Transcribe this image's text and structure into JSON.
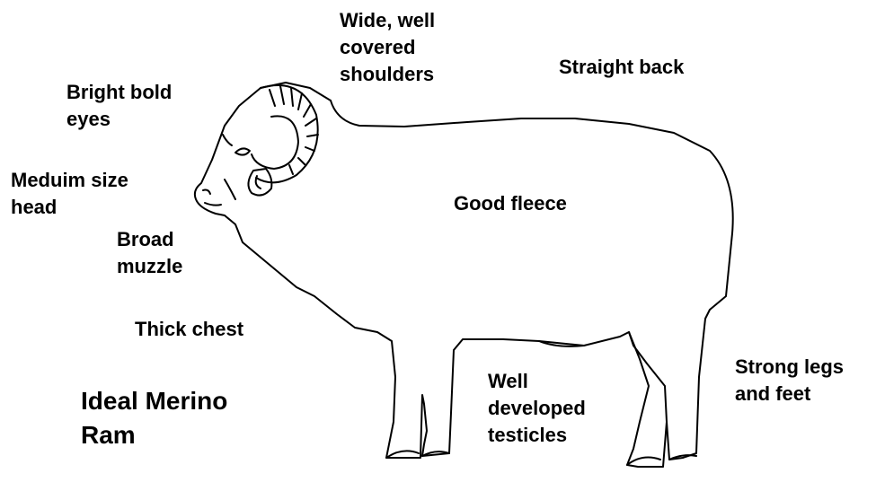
{
  "labels": {
    "shoulders": [
      "Wide, well",
      "covered",
      "shoulders"
    ],
    "back": [
      "Straight back"
    ],
    "eyes": [
      "Bright bold",
      "eyes"
    ],
    "head": [
      "Meduim size",
      "head"
    ],
    "fleece": [
      "Good fleece"
    ],
    "muzzle": [
      "Broad",
      "muzzle"
    ],
    "chest": [
      "Thick chest"
    ],
    "legs": [
      "Strong legs",
      "and feet"
    ],
    "testicles": [
      "Well",
      "developed",
      "testicles"
    ],
    "title": [
      "Ideal Merino",
      "Ram"
    ]
  },
  "colors": {
    "background": "#ffffff",
    "outline": "#000000",
    "text": "#000000"
  }
}
